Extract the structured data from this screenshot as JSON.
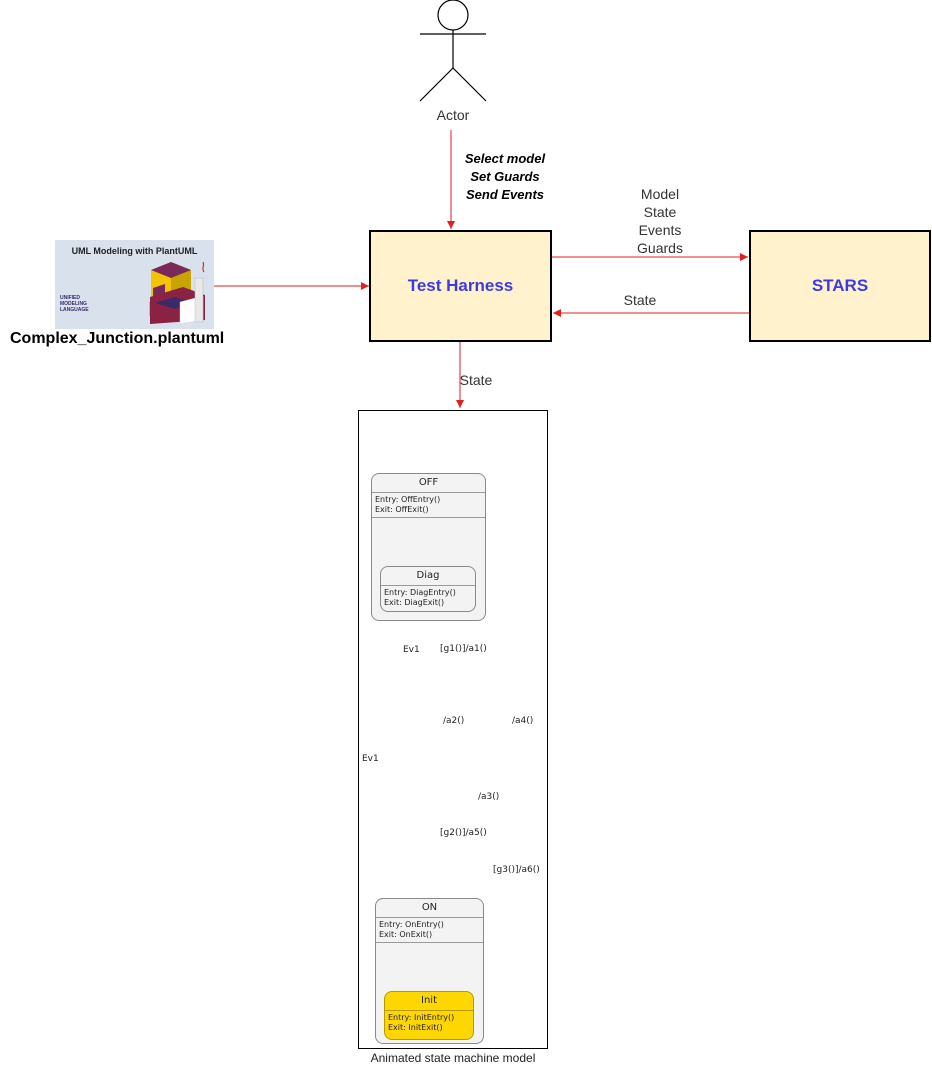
{
  "actor": {
    "label": "Actor"
  },
  "actor_instructions": [
    "Select model",
    "Set Guards",
    "Send Events"
  ],
  "test_harness": {
    "label": "Test Harness"
  },
  "stars": {
    "label": "STARS"
  },
  "harness_to_stars": [
    "Model",
    "State",
    "Events",
    "Guards"
  ],
  "stars_to_harness": "State",
  "harness_to_model": "State",
  "plantuml_logo": {
    "title": "UML Modeling with PlantUML",
    "small_text": [
      "UNIFIED",
      "MODELING",
      "LANGUAGE"
    ]
  },
  "plantuml_file": "Complex_Junction.plantuml",
  "state_machine": {
    "caption": "Animated state machine model",
    "off": {
      "name": "OFF",
      "entry": "Entry: OffEntry()",
      "exit": "Exit: OffExit()"
    },
    "diag": {
      "name": "Diag",
      "entry": "Entry: DiagEntry()",
      "exit": "Exit: DiagExit()"
    },
    "on": {
      "name": "ON",
      "entry": "Entry: OnEntry()",
      "exit": "Exit: OnExit()"
    },
    "init": {
      "name": "Init",
      "entry": "Entry: InitEntry()",
      "exit": "Exit: InitExit()"
    },
    "transitions": {
      "ev1_off_junction": "Ev1",
      "g1_a1": "[g1()]/a1()",
      "a2": "/a2()",
      "a4": "/a4()",
      "ev1_on_off": "Ev1",
      "a3": "/a3()",
      "g2_a5": "[g2()]/a5()",
      "g3_a6": "[g3()]/a6()"
    }
  },
  "colors": {
    "arrow_red": "#e01f1f",
    "box_fill": "#fff2cc",
    "box_text": "#3b3be6",
    "init_fill": "#ffd700"
  }
}
